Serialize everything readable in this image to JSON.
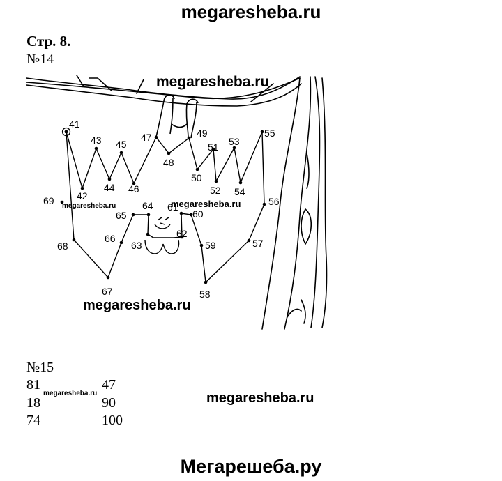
{
  "watermarks": {
    "top": "megaresheba.ru",
    "picture_1": "megaresheba.ru",
    "picture_2": "megaresheba.ru",
    "picture_3": "megaresheba.ru",
    "picture_4": "megaresheba.ru",
    "side": "megaresheba.ru",
    "small": "megaresheba.ru",
    "bottom": "Мегарешеба.ру"
  },
  "page_ref": "Стр. 8.",
  "task14": {
    "label": "№14",
    "dots": [
      "41",
      "42",
      "43",
      "44",
      "45",
      "46",
      "47",
      "48",
      "49",
      "50",
      "51",
      "52",
      "53",
      "54",
      "55",
      "56",
      "57",
      "58",
      "59",
      "60",
      "61",
      "62",
      "63",
      "64",
      "65",
      "66",
      "67",
      "68",
      "69"
    ]
  },
  "task15": {
    "label": "№15",
    "col1": [
      "81",
      "18",
      "74"
    ],
    "col2": [
      "47",
      "90",
      "100"
    ]
  }
}
